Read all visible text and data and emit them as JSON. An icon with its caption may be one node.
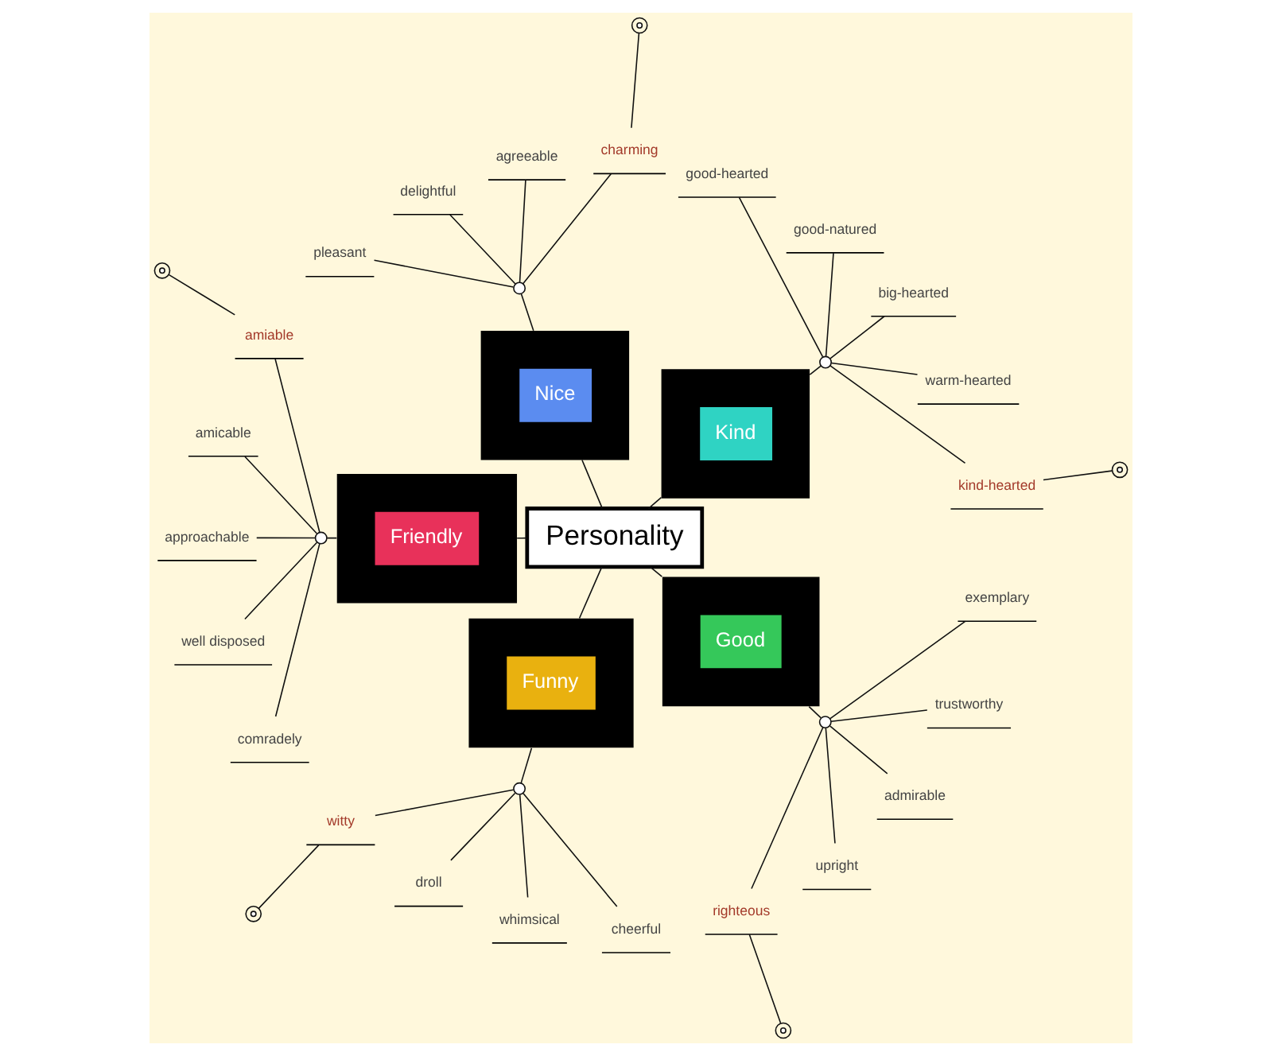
{
  "diagram": {
    "nodes": [
      {
        "text": [
          "Personality"
        ]
      },
      {
        "text": [
          "Kind"
        ]
      },
      {
        "text": [],
        "shape": "circle"
      },
      {
        "text": [
          "kind-hearted"
        ]
      },
      {
        "text": [],
        "shape": "circle"
      },
      {
        "text": [
          "warm-hearted"
        ]
      },
      {
        "text": [
          "big-hearted"
        ]
      },
      {
        "text": [
          "good-natured"
        ]
      },
      {
        "text": [
          "good-hearted"
        ]
      },
      {
        "text": [
          "Nice"
        ]
      },
      {
        "text": [],
        "shape": "circle"
      },
      {
        "text": [
          "charming"
        ]
      },
      {
        "text": [],
        "shape": "circle"
      },
      {
        "text": [
          "agreeable"
        ]
      },
      {
        "text": [
          "delightful"
        ]
      },
      {
        "text": [
          "pleasant"
        ]
      },
      {
        "text": [
          "Friendly"
        ]
      },
      {
        "text": [],
        "shape": "circle"
      },
      {
        "text": [
          "amiable"
        ]
      },
      {
        "text": [],
        "shape": "circle"
      },
      {
        "text": [
          "amicable"
        ]
      },
      {
        "text": [
          "approachable"
        ]
      },
      {
        "text": [
          "well disposed"
        ]
      },
      {
        "text": [
          "comradely"
        ]
      },
      {
        "text": [
          "Funny"
        ]
      },
      {
        "text": [],
        "shape": "circle"
      },
      {
        "text": [
          "witty"
        ]
      },
      {
        "text": [],
        "shape": "circle"
      },
      {
        "text": [
          "droll"
        ]
      },
      {
        "text": [
          "whimsical"
        ]
      },
      {
        "text": [
          "cheerful"
        ]
      },
      {
        "text": [
          "Good"
        ]
      },
      {
        "text": [],
        "shape": "circle"
      },
      {
        "text": [
          "righteous"
        ]
      },
      {
        "text": [],
        "shape": "circle"
      },
      {
        "text": [
          "upright"
        ]
      },
      {
        "text": [
          "admirable"
        ]
      },
      {
        "text": [
          "trustworthy"
        ]
      },
      {
        "text": [
          "exemplary"
        ]
      }
    ],
    "edges": [
      {
        "from": 0,
        "to": 1,
        "arrow": "none"
      },
      {
        "from": 1,
        "to": 2,
        "arrow": "none"
      },
      {
        "from": 2,
        "to": 3,
        "arrow": "none"
      },
      {
        "from": 3,
        "to": 4,
        "arrow": "none"
      },
      {
        "from": 2,
        "to": 5,
        "arrow": "none"
      },
      {
        "from": 2,
        "to": 6,
        "arrow": "none"
      },
      {
        "from": 2,
        "to": 7,
        "arrow": "none"
      },
      {
        "from": 2,
        "to": 8,
        "arrow": "none"
      },
      {
        "from": 0,
        "to": 9,
        "arrow": "none"
      },
      {
        "from": 9,
        "to": 10,
        "arrow": "none"
      },
      {
        "from": 10,
        "to": 11,
        "arrow": "none"
      },
      {
        "from": 11,
        "to": 12,
        "arrow": "none"
      },
      {
        "from": 10,
        "to": 13,
        "arrow": "none"
      },
      {
        "from": 10,
        "to": 14,
        "arrow": "none"
      },
      {
        "from": 10,
        "to": 15,
        "arrow": "none"
      },
      {
        "from": 0,
        "to": 16,
        "arrow": "none"
      },
      {
        "from": 16,
        "to": 17,
        "arrow": "none"
      },
      {
        "from": 17,
        "to": 18,
        "arrow": "none"
      },
      {
        "from": 18,
        "to": 19,
        "arrow": "none"
      },
      {
        "from": 17,
        "to": 20,
        "arrow": "none"
      },
      {
        "from": 17,
        "to": 21,
        "arrow": "none"
      },
      {
        "from": 17,
        "to": 22,
        "arrow": "none"
      },
      {
        "from": 17,
        "to": 23,
        "arrow": "none"
      },
      {
        "from": 0,
        "to": 24,
        "arrow": "none"
      },
      {
        "from": 24,
        "to": 25,
        "arrow": "none"
      },
      {
        "from": 25,
        "to": 26,
        "arrow": "none"
      },
      {
        "from": 26,
        "to": 27,
        "arrow": "none"
      },
      {
        "from": 25,
        "to": 28,
        "arrow": "none"
      },
      {
        "from": 25,
        "to": 29,
        "arrow": "none"
      },
      {
        "from": 25,
        "to": 30,
        "arrow": "none"
      },
      {
        "from": 0,
        "to": 31,
        "arrow": "none"
      },
      {
        "from": 31,
        "to": 32,
        "arrow": "none"
      },
      {
        "from": 32,
        "to": 33,
        "arrow": "none"
      },
      {
        "from": 33,
        "to": 34,
        "arrow": "none"
      },
      {
        "from": 32,
        "to": 35,
        "arrow": "none"
      },
      {
        "from": 32,
        "to": 36,
        "arrow": "none"
      },
      {
        "from": 32,
        "to": 37,
        "arrow": "none"
      },
      {
        "from": 32,
        "to": 38,
        "arrow": "none"
      }
    ]
  }
}
